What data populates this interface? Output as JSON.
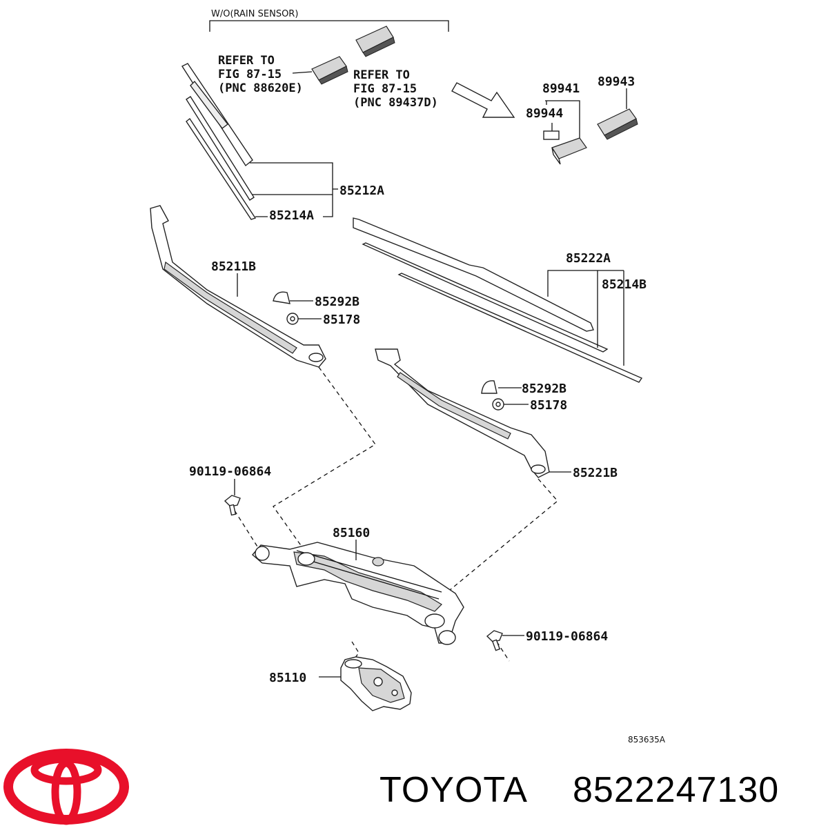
{
  "header": {
    "variant": "W/O(RAIN SENSOR)"
  },
  "refs": [
    {
      "line1": "REFER TO",
      "line2": "FIG 87-15",
      "line3": "(PNC 88620E)"
    },
    {
      "line1": "REFER TO",
      "line2": "FIG 87-15",
      "line3": "(PNC 89437D)"
    }
  ],
  "parts": {
    "p89941": "89941",
    "p89943": "89943",
    "p89944": "89944",
    "p85212A": "85212A",
    "p85214A": "85214A",
    "p85211B": "85211B",
    "p85292B_left": "85292B",
    "p85178_left": "85178",
    "p85222A": "85222A",
    "p85214B": "85214B",
    "p85292B_right": "85292B",
    "p85178_right": "85178",
    "p85221B": "85221B",
    "p90119_left": "90119-06864",
    "p85160": "85160",
    "p90119_right": "90119-06864",
    "p85110": "85110"
  },
  "figure_code": "853635A",
  "brand": {
    "name": "TOYOTA",
    "part_number": "8522247130",
    "logo_color": "#e8102a"
  }
}
